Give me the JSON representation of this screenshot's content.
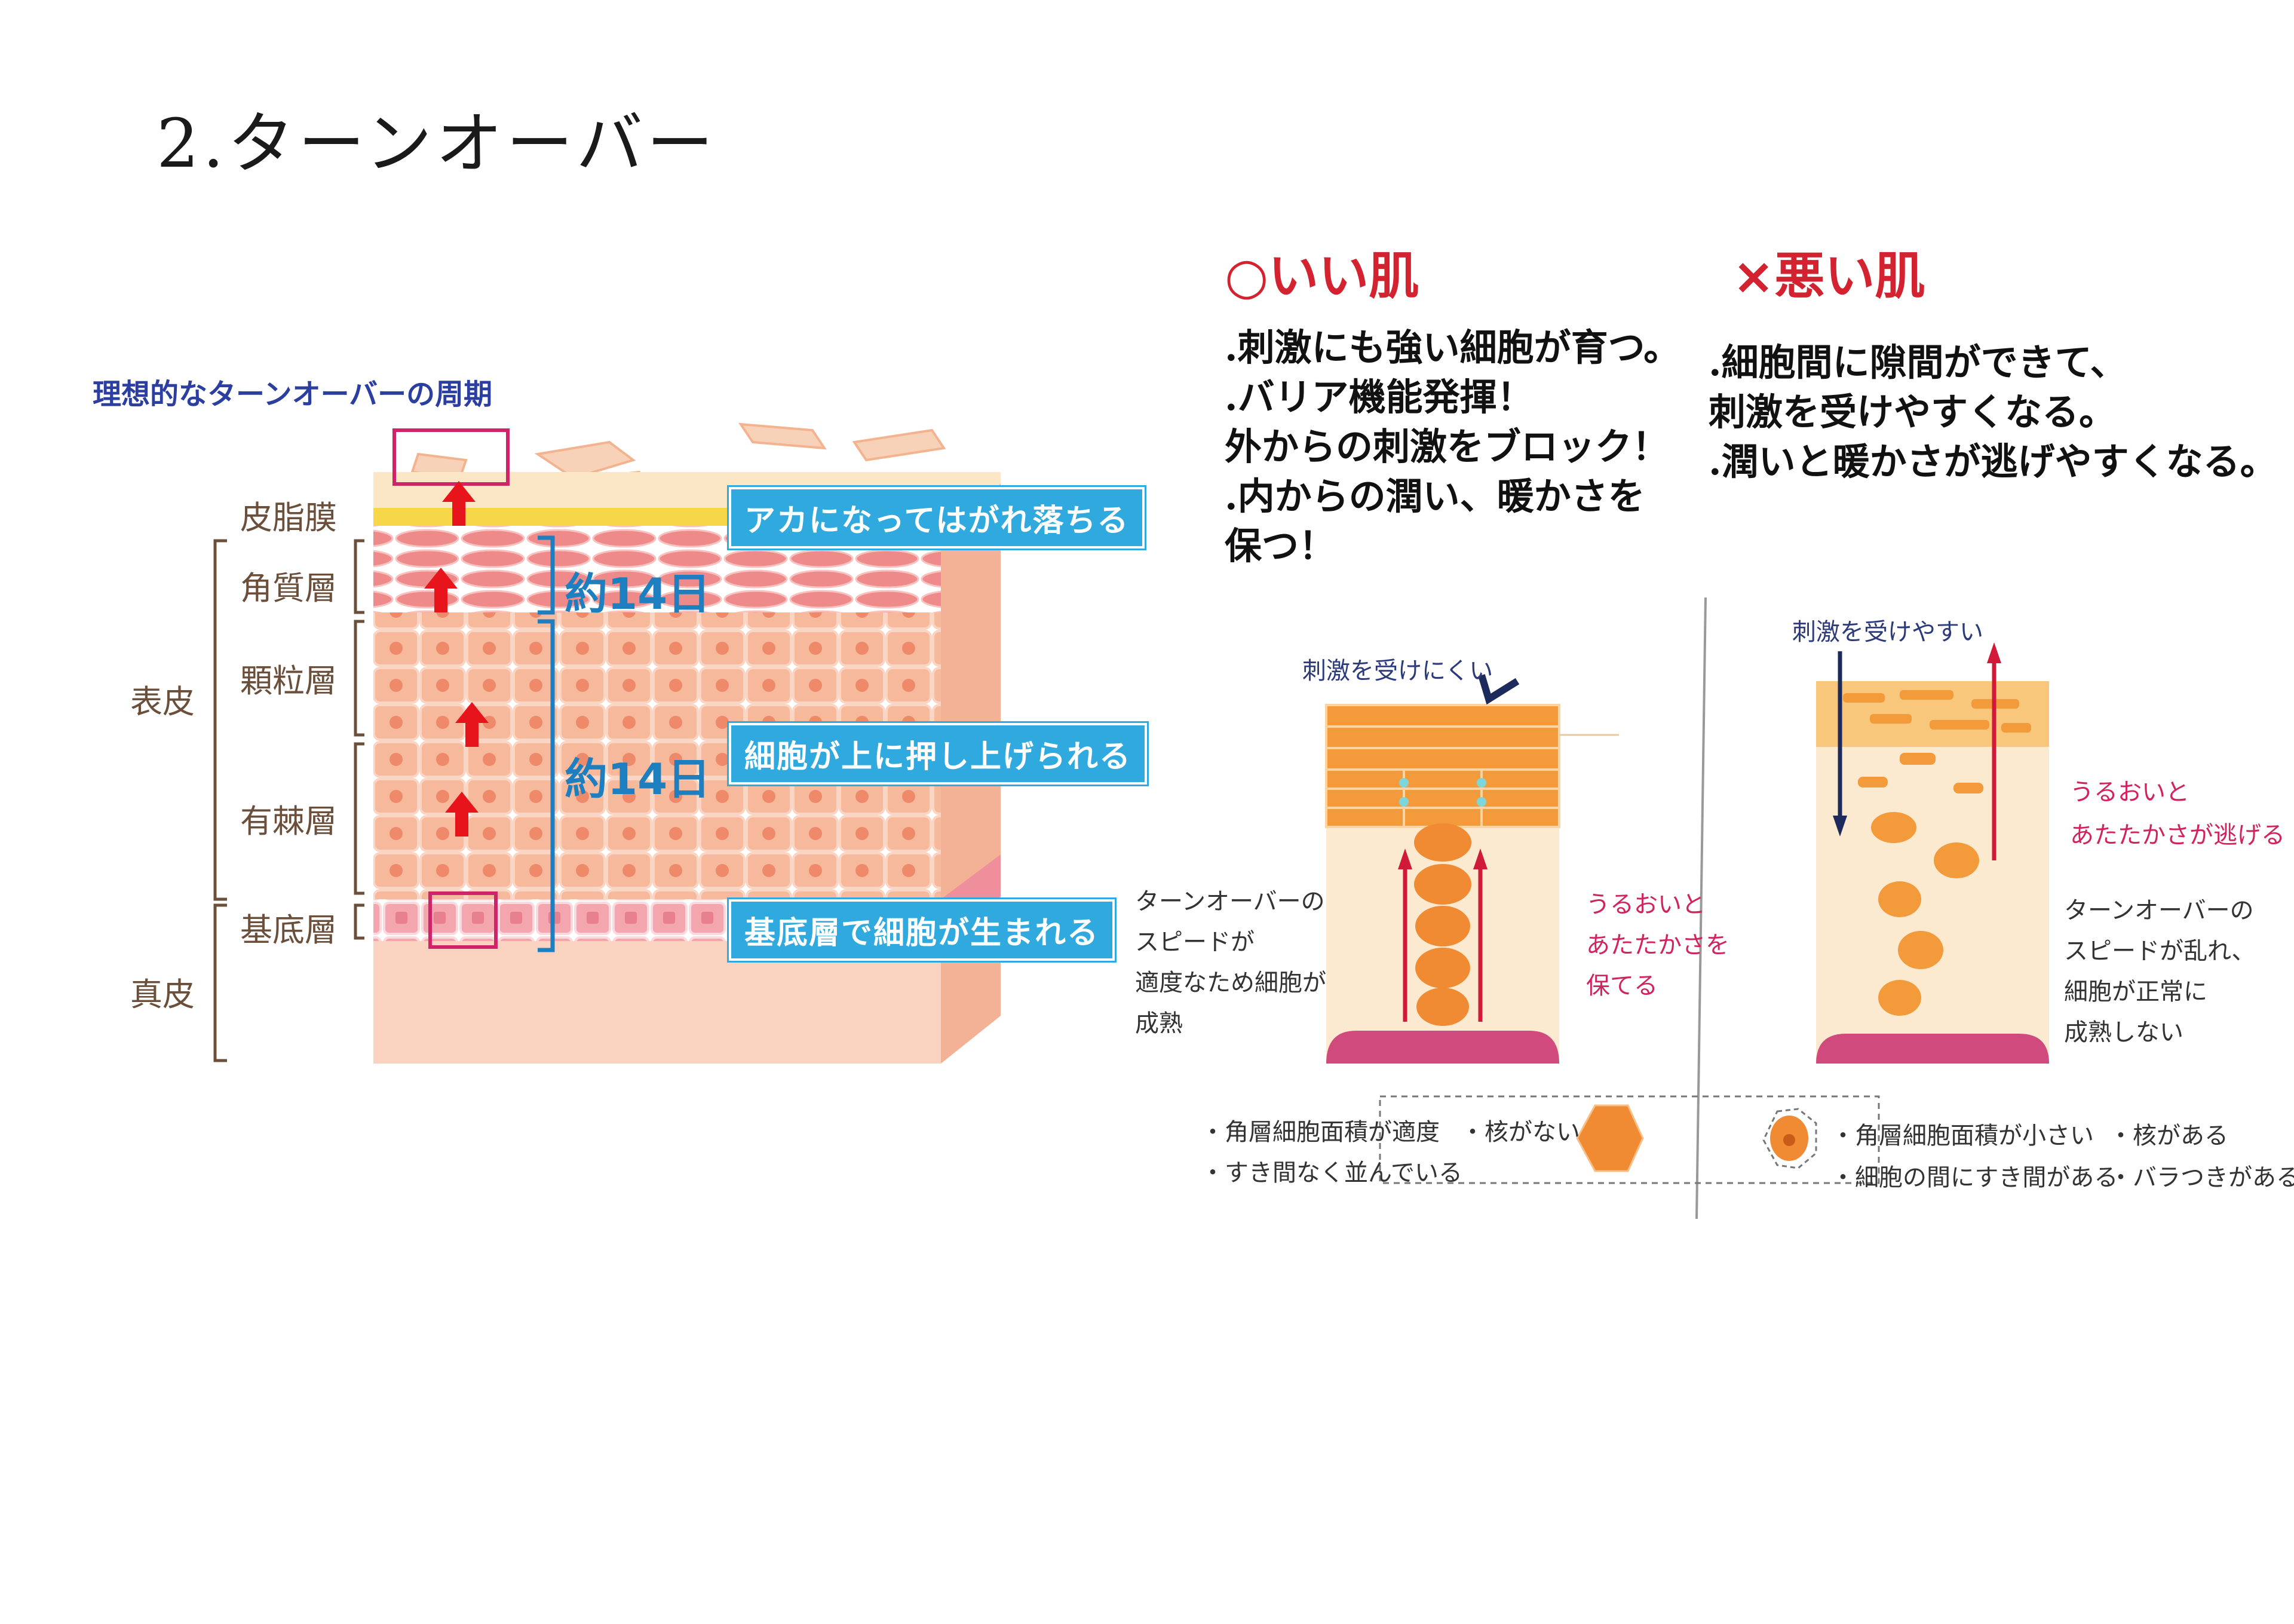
{
  "page": {
    "title": "2.ターンオーバー"
  },
  "left_panel": {
    "caption": "理想的なターンオーバーの周期",
    "layers": {
      "sebum": "皮脂膜",
      "stratum_corneum": "角質層",
      "granular": "顆粒層",
      "spinous": "有棘層",
      "basal": "基底層",
      "epidermis": "表皮",
      "dermis": "真皮"
    },
    "callouts": {
      "top": "アカになってはがれ落ちる",
      "middle": "細胞が上に押し上げられる",
      "bottom": "基底層で細胞が生まれる"
    },
    "durations": {
      "upper": "約14日",
      "lower": "約14日"
    }
  },
  "good_skin": {
    "heading": "○いい肌",
    "lines": [
      ".刺激にも強い細胞が育つ。",
      ".バリア機能発揮！",
      "外からの刺激をブロック！",
      ".内からの潤い、暖かさを",
      "保つ！"
    ],
    "diagram": {
      "stimulus_label": "刺激を受けにくい",
      "turnover_note": [
        "ターンオーバーの",
        "スピードが",
        "適度なため細胞が",
        "成熟"
      ],
      "moisture_note": [
        "うるおいと",
        "あたたかさを",
        "保てる"
      ],
      "bullets": [
        "・角層細胞面積が適度",
        "・すき間なく並んでいる",
        "・核がない"
      ]
    }
  },
  "bad_skin": {
    "heading": "×悪い肌",
    "lines": [
      ".細胞間に隙間ができて、",
      "刺激を受けやすくなる。",
      ".潤いと暖かさが逃げやすくなる。"
    ],
    "diagram": {
      "stimulus_label": "刺激を受けやすい",
      "moisture_note": [
        "うるおいと",
        "あたたかさが逃げる"
      ],
      "turnover_note": [
        "ターンオーバーの",
        "スピードが乱れ、",
        "細胞が正常に",
        "成熟しない"
      ],
      "bullets": [
        "・角層細胞面積が小さい",
        "・細胞の間にすき間がある",
        "・核がある",
        "・バラつきがある"
      ]
    }
  },
  "colors": {
    "accent_red": "#d42330",
    "callout_blue": "#2fa9de",
    "days_blue": "#1d7fbf",
    "caption_navy": "#2c3fa0"
  }
}
